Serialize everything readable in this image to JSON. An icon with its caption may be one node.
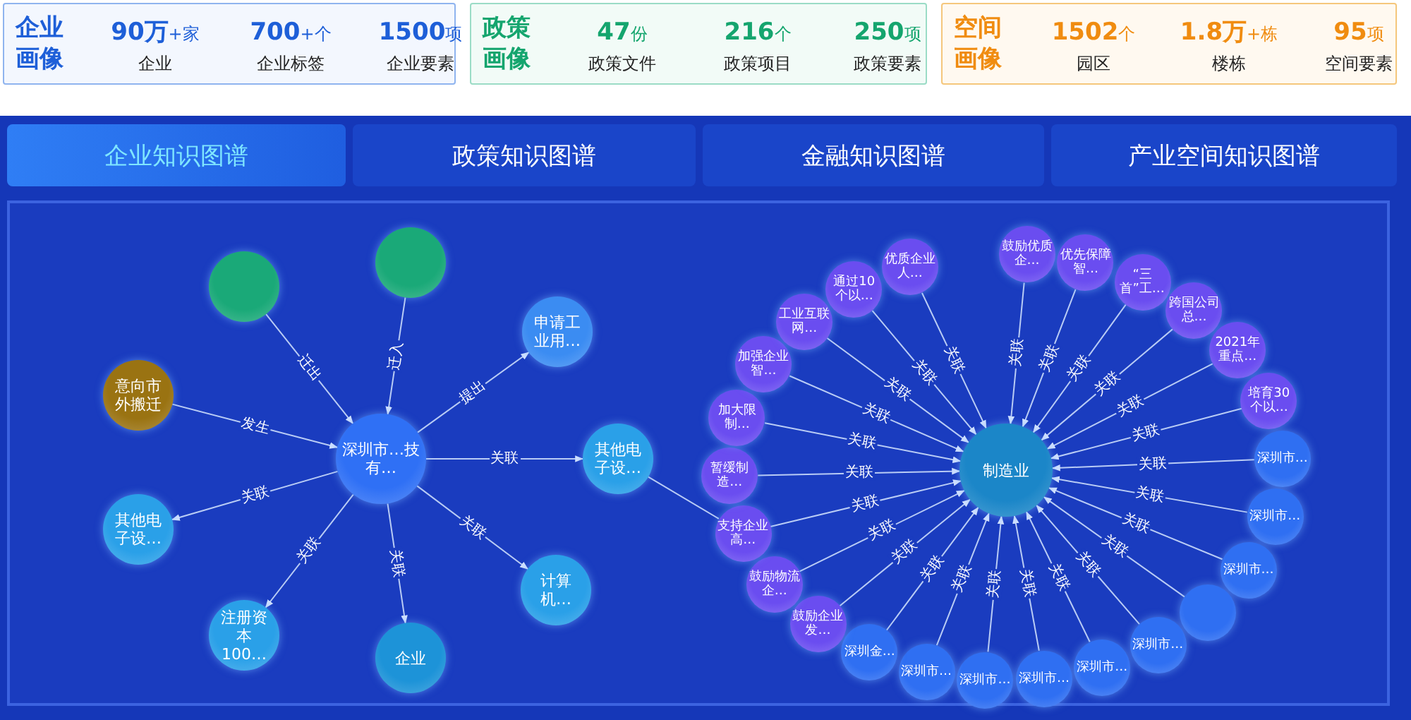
{
  "diagram": {
    "nodes": [
      {
        "text": [
          "企业画像",
          "90万+家",
          "企业",
          "700+个",
          "企业标签",
          "1500项",
          "企业要素"
        ]
      },
      {
        "text": [
          "政策画像",
          "47份",
          "政策文件",
          "216个",
          "政策项目",
          "250项",
          "政策要素"
        ]
      },
      {
        "text": [
          "空间画像",
          "1502个",
          "园区",
          "1.8万+栋",
          "楼栋",
          "95项",
          "空间要素"
        ]
      },
      {
        "text": [
          "深圳市…技有…"
        ]
      },
      {
        "text": [],
        "shape": "circle"
      },
      {
        "text": [],
        "shape": "circle"
      },
      {
        "text": [
          "申请工业用…"
        ]
      },
      {
        "text": [
          "意向市外搬迁"
        ]
      },
      {
        "text": [
          "其他电子设…"
        ]
      },
      {
        "text": [
          "其他电子设…"
        ]
      },
      {
        "text": [
          "计算机…"
        ]
      },
      {
        "text": [
          "注册资本100…"
        ]
      },
      {
        "text": [
          "企业"
        ]
      },
      {
        "text": [
          "制造业"
        ]
      },
      {
        "text": [
          "鼓励优质企…"
        ]
      },
      {
        "text": [
          "优先保障智…"
        ]
      },
      {
        "text": [
          "“三首”工…"
        ]
      },
      {
        "text": [
          "跨国公司总…"
        ]
      },
      {
        "text": [
          "2021年重点…"
        ]
      },
      {
        "text": [
          "培育30个以…"
        ]
      },
      {
        "text": [
          "深圳市…"
        ]
      },
      {
        "text": [
          "深圳市…"
        ]
      },
      {
        "text": [
          "深圳市…"
        ]
      },
      {
        "text": [],
        "shape": "circle"
      },
      {
        "text": [
          "深圳市…"
        ]
      },
      {
        "text": [
          "深圳市…"
        ]
      },
      {
        "text": [
          "深圳市…"
        ]
      },
      {
        "text": [
          "深圳市…"
        ]
      },
      {
        "text": [
          "深圳市…"
        ]
      },
      {
        "text": [
          "深圳金…"
        ]
      },
      {
        "text": [
          "鼓励企业发…"
        ]
      },
      {
        "text": [
          "鼓励物流企…"
        ]
      },
      {
        "text": [
          "支持企业高…"
        ]
      },
      {
        "text": [
          "暂缓制造…"
        ]
      },
      {
        "text": [
          "加大限制…"
        ]
      },
      {
        "text": [
          "加强企业智…"
        ]
      },
      {
        "text": [
          "工业互联网…"
        ]
      },
      {
        "text": [
          "通过10个以…"
        ]
      },
      {
        "text": [
          "优质企业人…"
        ]
      }
    ],
    "edges": [
      {
        "from": 4,
        "to": 3,
        "arrow": "to",
        "label": "迁出"
      },
      {
        "from": 5,
        "to": 3,
        "arrow": "to",
        "label": "迁入"
      },
      {
        "from": 3,
        "to": 6,
        "arrow": "to",
        "label": "提出"
      },
      {
        "from": 7,
        "to": 3,
        "arrow": "to",
        "label": "发生"
      },
      {
        "from": 3,
        "to": 8,
        "arrow": "to",
        "label": "关联"
      },
      {
        "from": 3,
        "to": 9,
        "arrow": "to",
        "label": "关联"
      },
      {
        "from": 3,
        "to": 10,
        "arrow": "to",
        "label": "关联"
      },
      {
        "from": 3,
        "to": 11,
        "arrow": "to",
        "label": "关联"
      },
      {
        "from": 3,
        "to": 12,
        "arrow": "to",
        "label": "关联"
      },
      {
        "from": 8,
        "to": 32,
        "arrow": "none"
      },
      {
        "from": 14,
        "to": 13,
        "arrow": "to",
        "label": "关联"
      },
      {
        "from": 15,
        "to": 13,
        "arrow": "to",
        "label": "关联"
      },
      {
        "from": 16,
        "to": 13,
        "arrow": "to",
        "label": "关联"
      },
      {
        "from": 17,
        "to": 13,
        "arrow": "to",
        "label": "关联"
      },
      {
        "from": 18,
        "to": 13,
        "arrow": "to",
        "label": "关联"
      },
      {
        "from": 19,
        "to": 13,
        "arrow": "to",
        "label": "关联"
      },
      {
        "from": 20,
        "to": 13,
        "arrow": "to",
        "label": "关联"
      },
      {
        "from": 21,
        "to": 13,
        "arrow": "to",
        "label": "关联"
      },
      {
        "from": 22,
        "to": 13,
        "arrow": "to",
        "label": "关联"
      },
      {
        "from": 23,
        "to": 13,
        "arrow": "to",
        "label": "关联"
      },
      {
        "from": 24,
        "to": 13,
        "arrow": "to",
        "label": "关联"
      },
      {
        "from": 25,
        "to": 13,
        "arrow": "to",
        "label": "关联"
      },
      {
        "from": 26,
        "to": 13,
        "arrow": "to",
        "label": "关联"
      },
      {
        "from": 27,
        "to": 13,
        "arrow": "to",
        "label": "关联"
      },
      {
        "from": 28,
        "to": 13,
        "arrow": "to",
        "label": "关联"
      },
      {
        "from": 29,
        "to": 13,
        "arrow": "to",
        "label": "关联"
      },
      {
        "from": 30,
        "to": 13,
        "arrow": "to",
        "label": "关联"
      },
      {
        "from": 31,
        "to": 13,
        "arrow": "to",
        "label": "关联"
      },
      {
        "from": 32,
        "to": 13,
        "arrow": "to",
        "label": "关联"
      },
      {
        "from": 33,
        "to": 13,
        "arrow": "to",
        "label": "关联"
      },
      {
        "from": 34,
        "to": 13,
        "arrow": "to",
        "label": "关联"
      },
      {
        "from": 35,
        "to": 13,
        "arrow": "to",
        "label": "关联"
      },
      {
        "from": 36,
        "to": 13,
        "arrow": "to",
        "label": "关联"
      },
      {
        "from": 37,
        "to": 13,
        "arrow": "to",
        "label": "关联"
      },
      {
        "from": 38,
        "to": 13,
        "arrow": "to",
        "label": "关联"
      }
    ],
    "labels": [
      "企业知识图谱",
      "政策知识图谱",
      "金融知识图谱",
      "产业空间知识图谱"
    ]
  }
}
